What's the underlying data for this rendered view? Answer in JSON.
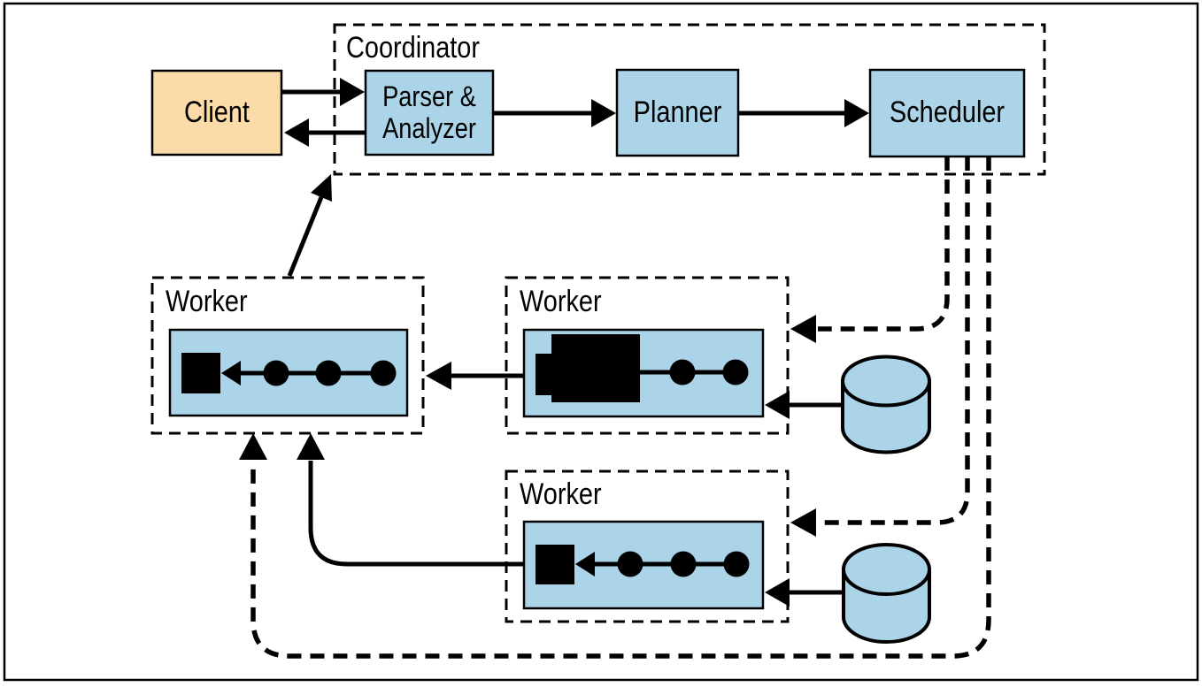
{
  "colors": {
    "background": "#ffffff",
    "stroke": "#000000",
    "node_blue": "#abd4e8",
    "client_orange": "#fbdca8"
  },
  "client": {
    "label": "Client"
  },
  "coordinator": {
    "label": "Coordinator",
    "nodes": {
      "parser_analyzer": "Parser &\nAnalyzer",
      "planner": "Planner",
      "scheduler": "Scheduler"
    }
  },
  "workers": [
    {
      "label": "Worker",
      "position": "left",
      "pipeline": "sink-square, three operator circles"
    },
    {
      "label": "Worker",
      "position": "middle-right",
      "pipeline": "sink-square with expanded operator block, two operator circles"
    },
    {
      "label": "Worker",
      "position": "bottom",
      "pipeline": "sink-square, three operator circles"
    }
  ],
  "icons": {
    "database_cylinder": "database-cylinder-icon",
    "pipeline_sink": "sink-square-icon",
    "pipeline_operator": "operator-circle-icon",
    "pipeline_expanded_operator": "expanded-operator-block-icon",
    "arrow": "arrow-icon"
  }
}
